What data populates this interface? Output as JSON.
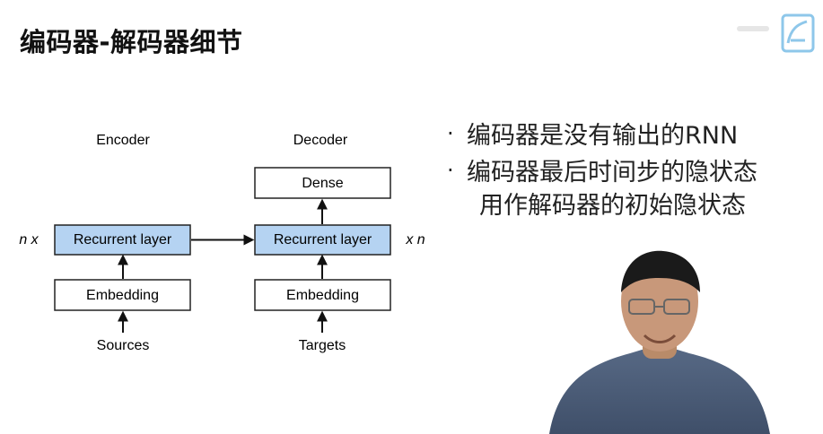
{
  "slide": {
    "title": "编码器-解码器细节"
  },
  "diagram": {
    "encoder_label": "Encoder",
    "decoder_label": "Decoder",
    "encoder": {
      "recurrent": "Recurrent layer",
      "embedding": "Embedding",
      "input": "Sources",
      "repeat": "n x"
    },
    "decoder": {
      "dense": "Dense",
      "recurrent": "Recurrent layer",
      "embedding": "Embedding",
      "input": "Targets",
      "repeat": "x n"
    },
    "colors": {
      "recurrent_fill": "#b5d3f2",
      "box_stroke": "#222222",
      "box_fill": "#ffffff"
    }
  },
  "bullets": [
    {
      "lines": [
        "编码器是没有输出的RNN"
      ]
    },
    {
      "lines": [
        "编码器最后时间步的隐状态",
        "用作解码器的初始隐状态"
      ]
    }
  ],
  "icons": {
    "logo": "video-platform-logo-icon",
    "dot": "bullet-icon"
  }
}
